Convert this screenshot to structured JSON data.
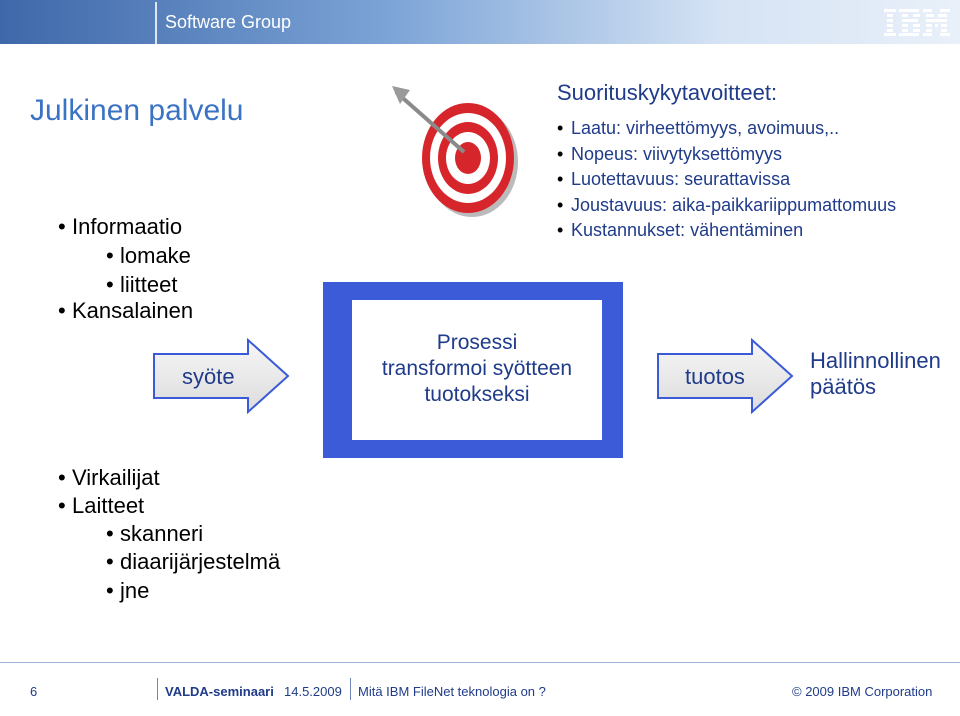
{
  "header": {
    "title": "Software Group",
    "logo": "IBM"
  },
  "main_title": "Julkinen palvelu",
  "inputs": [
    {
      "label": "Informaatio",
      "level": 1
    },
    {
      "label": "lomake",
      "level": 2
    },
    {
      "label": "liitteet",
      "level": 2
    },
    {
      "label": "Kansalainen",
      "level": 1
    }
  ],
  "officials": [
    {
      "label": "Virkailijat",
      "level": 1
    },
    {
      "label": "Laitteet",
      "level": 1
    },
    {
      "label": "skanneri",
      "level": 2
    },
    {
      "label": "diaarijärjestelmä",
      "level": 2
    },
    {
      "label": "jne",
      "level": 2
    }
  ],
  "performance": {
    "heading": "Suorituskykytavoitteet:",
    "items": [
      "Laatu: virheettömyys, avoimuus,..",
      "Nopeus: viivytyksettömyys",
      "Luotettavuus: seurattavissa",
      "Joustavuus: aika-paikkariippumattomuus",
      "Kustannukset: vähentäminen"
    ]
  },
  "flow": {
    "input_label": "syöte",
    "process": [
      "Prosessi",
      "transformoi syötteen",
      "tuotokseksi"
    ],
    "output_label": "tuotos",
    "result": [
      "Hallinnollinen",
      "päätös"
    ]
  },
  "footer": {
    "page": "6",
    "event": "VALDA-seminaari",
    "date": "14.5.2009",
    "topic": "Mitä IBM FileNet teknologia on ?",
    "copyright": "© 2009 IBM Corporation"
  },
  "colors": {
    "accent_blue": "#3b73c4",
    "text_blue": "#1f3b8a",
    "process_border": "#3b5bd8",
    "target_red": "#d7262b"
  }
}
